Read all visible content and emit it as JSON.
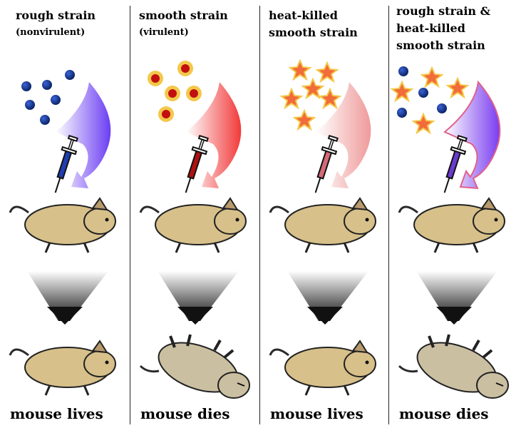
{
  "panels": [
    {
      "title_lines": [
        "rough strain",
        "(nonvirulent)"
      ],
      "result": "mouse lives",
      "bacteria": "rough-cells",
      "arrow_color": "#6b3df2",
      "syringe_fluid": "#1f3fb0",
      "outcome": "lives"
    },
    {
      "title_lines": [
        "smooth strain",
        "(virulent)"
      ],
      "result": "mouse dies",
      "bacteria": "smooth-cells",
      "arrow_color": "#f23a3a",
      "syringe_fluid": "#b01010",
      "outcome": "dies"
    },
    {
      "title_lines": [
        "heat-killed",
        "smooth strain"
      ],
      "result": "mouse lives",
      "bacteria": "heat-killed-cells",
      "arrow_color": "#ef9a9a",
      "syringe_fluid": "#d46a78",
      "outcome": "lives"
    },
    {
      "title_lines": [
        "rough strain &",
        "heat-killed",
        "smooth strain"
      ],
      "result": "mouse dies",
      "bacteria": "mixed-cells",
      "arrow_color": "#7a3cf0",
      "syringe_fluid": "#6a3ad0",
      "outcome": "dies"
    }
  ]
}
